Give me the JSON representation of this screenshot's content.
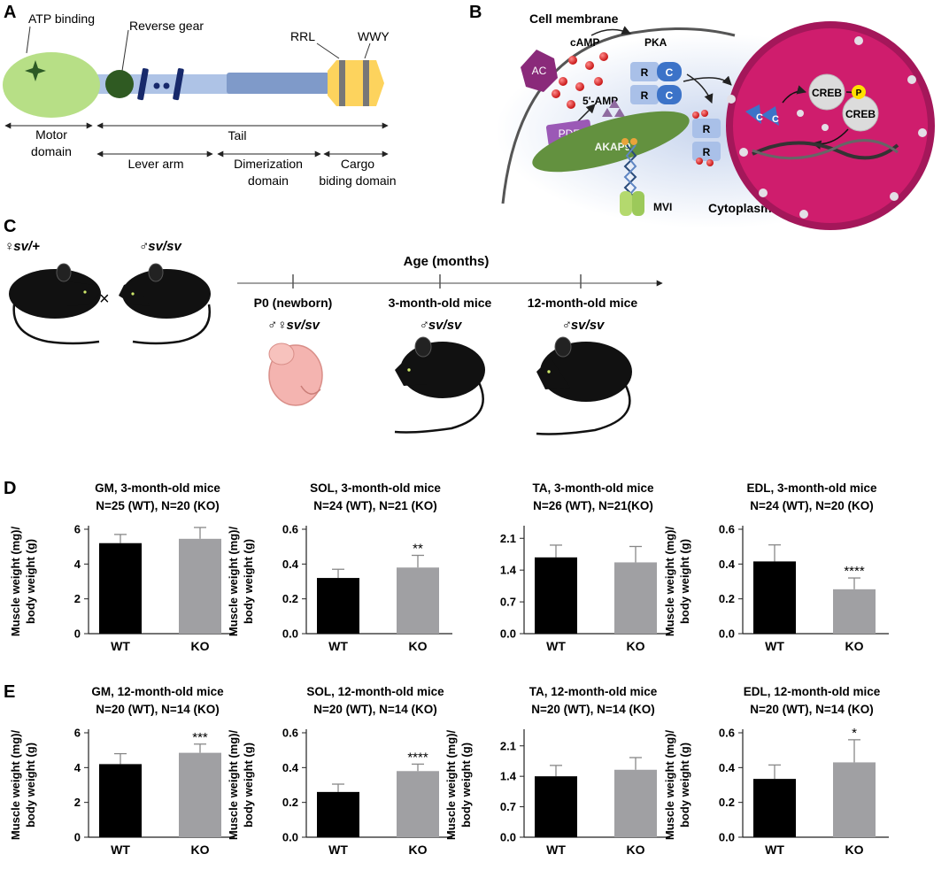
{
  "panels": {
    "a": {
      "letter": "A",
      "atp": "ATP binding",
      "reverse_gear": "Reverse gear",
      "rrl": "RRL",
      "wwy": "WWY",
      "motor_1": "Motor",
      "motor_2": "domain",
      "tail": "Tail",
      "lever": "Lever arm",
      "dimer_1": "Dimerization",
      "dimer_2": "domain",
      "cargo_1": "Cargo",
      "cargo_2": "biding domain"
    },
    "b": {
      "letter": "B",
      "membrane": "Cell membrane",
      "camp": "cAMP",
      "pka": "PKA",
      "ac": "AC",
      "amp": "5'-AMP",
      "pde": "PDE",
      "akap9": "AKAP9",
      "mvi": "MVI",
      "cytoplasm": "Cytoplasm",
      "creb": "CREB",
      "p": "P",
      "r": "R",
      "c": "C"
    },
    "c": {
      "letter": "C",
      "female": "♀sv/+",
      "male": "♂sv/sv",
      "cross": "×",
      "age": "Age (months)",
      "p0": "P0 (newborn)",
      "m3": "3-month-old mice",
      "m12": "12-month-old mice",
      "g0": "♂♀sv/sv",
      "g3": "♂sv/sv",
      "g12": "♂sv/sv"
    },
    "d": {
      "letter": "D"
    },
    "e": {
      "letter": "E"
    }
  },
  "colors": {
    "wt": "#000000",
    "ko": "#a0a0a3",
    "motor": "#b7df86",
    "tail": "#aec3e6",
    "lever": "#7f9ac9",
    "cargo": "#fdd35d",
    "nucleus": "#cf1d6d",
    "ac": "#8a2a7a"
  },
  "chart_data": [
    {
      "id": "d1",
      "type": "bar",
      "title": "GM, 3-month-old mice",
      "subtitle": "N=25 (WT), N=20 (KO)",
      "ylabel": "Muscle weight (mg)/ body weight (g)",
      "categories": [
        "WT",
        "KO"
      ],
      "values": [
        5.2,
        5.45
      ],
      "errors": [
        0.5,
        0.65
      ],
      "ylim": [
        0,
        6
      ],
      "yticks": [
        "0",
        "2",
        "4",
        "6"
      ],
      "yticks_val": [
        0,
        2,
        4,
        6
      ],
      "stars": [
        "",
        ""
      ]
    },
    {
      "id": "d2",
      "type": "bar",
      "title": "SOL, 3-month-old mice",
      "subtitle": "N=24 (WT), N=21 (KO)",
      "ylabel": "Muscle weight (mg)/ body weight (g)",
      "categories": [
        "WT",
        "KO"
      ],
      "values": [
        0.32,
        0.38
      ],
      "errors": [
        0.05,
        0.07
      ],
      "ylim": [
        0,
        0.6
      ],
      "yticks": [
        "0.0",
        "0.2",
        "0.4",
        "0.6"
      ],
      "yticks_val": [
        0,
        0.2,
        0.4,
        0.6
      ],
      "stars": [
        "",
        "**"
      ]
    },
    {
      "id": "d3",
      "type": "bar",
      "title": "TA, 3-month-old mice",
      "subtitle": "N=26 (WT), N=21(KO)",
      "ylabel": "",
      "categories": [
        "WT",
        "KO"
      ],
      "values": [
        1.68,
        1.57
      ],
      "errors": [
        0.27,
        0.35
      ],
      "ylim": [
        0,
        2.3
      ],
      "yticks": [
        "0.0",
        "0.7",
        "1.4",
        "2.1"
      ],
      "yticks_val": [
        0,
        0.7,
        1.4,
        2.1
      ],
      "stars": [
        "",
        ""
      ]
    },
    {
      "id": "d4",
      "type": "bar",
      "title": "EDL, 3-month-old mice",
      "subtitle": "N=24 (WT), N=20 (KO)",
      "ylabel": "Muscle weight (mg)/ body weight (g)",
      "categories": [
        "WT",
        "KO"
      ],
      "values": [
        0.415,
        0.255
      ],
      "errors": [
        0.095,
        0.065
      ],
      "ylim": [
        0,
        0.6
      ],
      "yticks": [
        "0.0",
        "0.2",
        "0.4",
        "0.6"
      ],
      "yticks_val": [
        0,
        0.2,
        0.4,
        0.6
      ],
      "stars": [
        "",
        "****"
      ]
    },
    {
      "id": "e1",
      "type": "bar",
      "title": "GM, 12-month-old mice",
      "subtitle": "N=20 (WT), N=14 (KO)",
      "ylabel": "Muscle weight (mg)/ body weight (g)",
      "categories": [
        "WT",
        "KO"
      ],
      "values": [
        4.2,
        4.85
      ],
      "errors": [
        0.6,
        0.5
      ],
      "ylim": [
        0,
        6
      ],
      "yticks": [
        "0",
        "2",
        "4",
        "6"
      ],
      "yticks_val": [
        0,
        2,
        4,
        6
      ],
      "stars": [
        "",
        "***"
      ]
    },
    {
      "id": "e2",
      "type": "bar",
      "title": "SOL, 12-month-old mice",
      "subtitle": "N=20 (WT), N=14 (KO)",
      "ylabel": "Muscle weight (mg)/ body weight (g)",
      "categories": [
        "WT",
        "KO"
      ],
      "values": [
        0.26,
        0.38
      ],
      "errors": [
        0.045,
        0.04
      ],
      "ylim": [
        0,
        0.6
      ],
      "yticks": [
        "0.0",
        "0.2",
        "0.4",
        "0.6"
      ],
      "yticks_val": [
        0,
        0.2,
        0.4,
        0.6
      ],
      "stars": [
        "",
        "****"
      ]
    },
    {
      "id": "e3",
      "type": "bar",
      "title": "TA, 12-month-old mice",
      "subtitle": "N=20 (WT), N=14 (KO)",
      "ylabel": "Muscle weight (mg)/ body weight (g)",
      "categories": [
        "WT",
        "KO"
      ],
      "values": [
        1.4,
        1.55
      ],
      "errors": [
        0.25,
        0.28
      ],
      "ylim": [
        0,
        2.4
      ],
      "yticks": [
        "0.0",
        "0.7",
        "1.4",
        "2.1"
      ],
      "yticks_val": [
        0,
        0.7,
        1.4,
        2.1
      ],
      "stars": [
        "",
        ""
      ]
    },
    {
      "id": "e4",
      "type": "bar",
      "title": "EDL, 12-month-old mice",
      "subtitle": "N=20 (WT), N=14 (KO)",
      "ylabel": "Muscle weight (mg)/ body weight (g)",
      "categories": [
        "WT",
        "KO"
      ],
      "values": [
        0.335,
        0.43
      ],
      "errors": [
        0.08,
        0.13
      ],
      "ylim": [
        0,
        0.6
      ],
      "yticks": [
        "0.0",
        "0.2",
        "0.4",
        "0.6"
      ],
      "yticks_val": [
        0,
        0.2,
        0.4,
        0.6
      ],
      "stars": [
        "",
        "*"
      ]
    }
  ]
}
